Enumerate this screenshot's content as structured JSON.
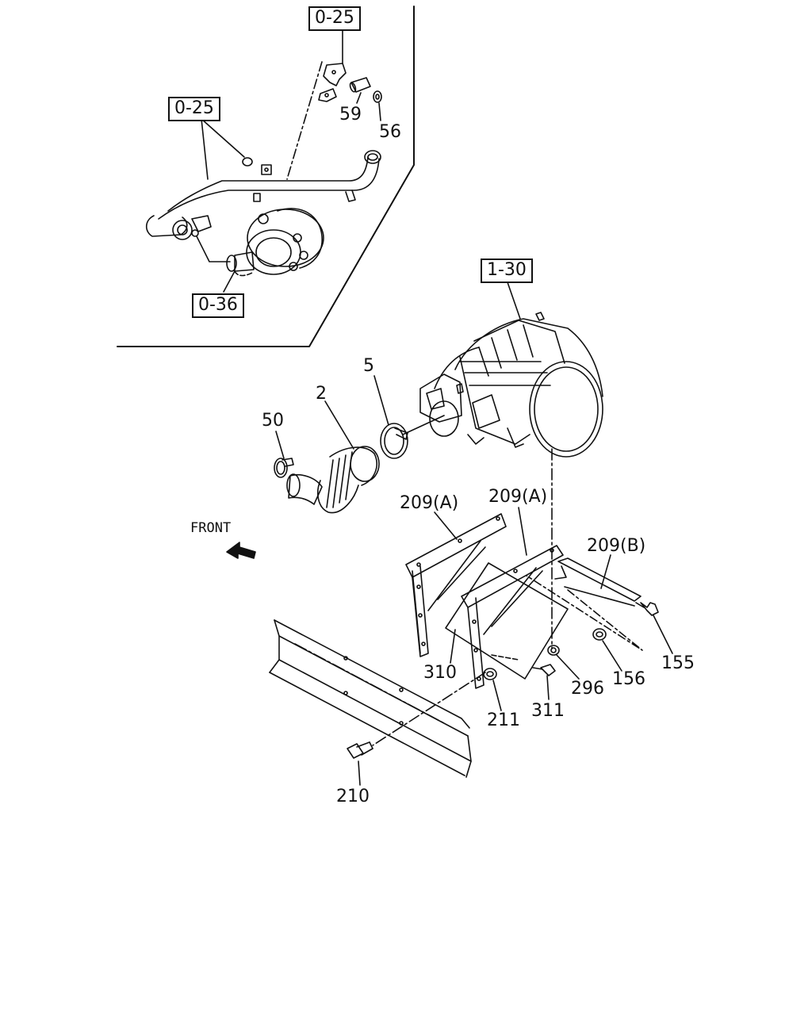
{
  "ref_boxes": {
    "top_clip": "0-25",
    "left_pipe": "0-25",
    "turbo": "0-36",
    "air_cleaner": "1-30"
  },
  "parts": {
    "p59": "59",
    "p56": "56",
    "p5": "5",
    "p2": "2",
    "p50": "50",
    "p209a_left": "209(A)",
    "p209a_right": "209(A)",
    "p209b": "209(B)",
    "p155": "155",
    "p156": "156",
    "p296": "296",
    "p311": "311",
    "p211": "211",
    "p310": "310",
    "p210": "210"
  },
  "direction": {
    "label": "FRONT"
  },
  "colors": {
    "line": "#111111",
    "background": "#ffffff"
  }
}
